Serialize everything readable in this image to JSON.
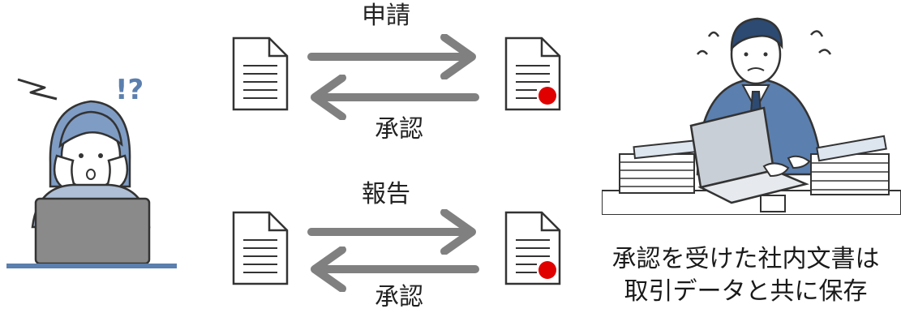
{
  "flows": [
    {
      "forward_label": "申請",
      "return_label": "承認"
    },
    {
      "forward_label": "報告",
      "return_label": "承認"
    }
  ],
  "caption": {
    "line1": "承認を受けた社内文書は",
    "line2": "取引データと共に保存"
  },
  "colors": {
    "arrow": "#808080",
    "stamp": "#e00000",
    "doc_outline": "#333333",
    "person_blue": "#5b7fae",
    "person_light": "#aebfd6"
  },
  "icons": [
    "worried-woman-illustration",
    "document-icon",
    "stamped-document-icon",
    "stressed-businessman-illustration",
    "arrow-right-icon",
    "arrow-left-icon"
  ]
}
